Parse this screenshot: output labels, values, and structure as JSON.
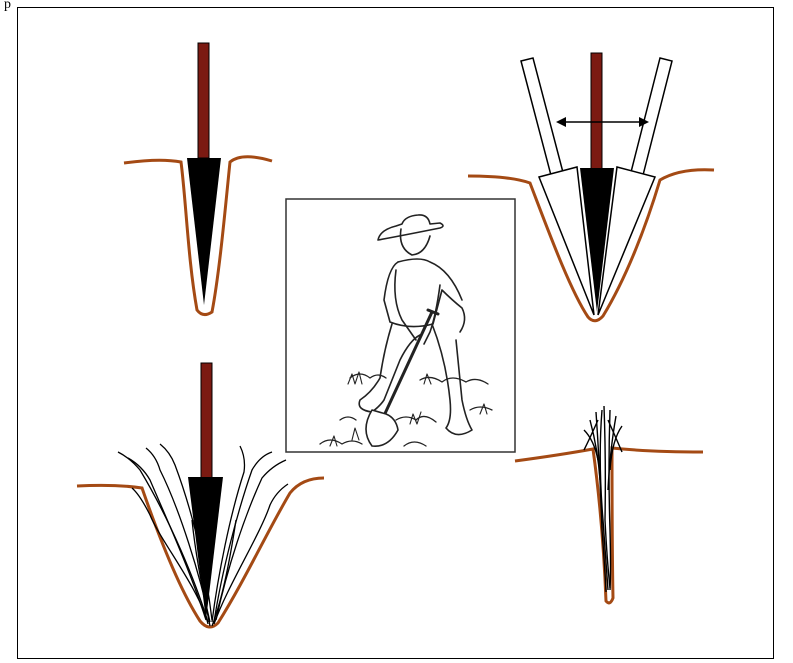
{
  "page_label": "p",
  "colors": {
    "handle": "#7B1A12",
    "soil": "#A44A14",
    "blade": "#000000",
    "roots": "#000000",
    "frame": "#000000"
  },
  "panels": [
    {
      "name": "spade-inserted",
      "icon": "spade-blade-icon"
    },
    {
      "name": "slit-widened",
      "icon": "double-arrow-icon"
    },
    {
      "name": "gardener-digging",
      "icon": "person-with-spade-icon"
    },
    {
      "name": "seedling-placed",
      "icon": "seedling-roots-icon"
    },
    {
      "name": "slit-closed",
      "icon": "planted-seedling-icon"
    }
  ]
}
